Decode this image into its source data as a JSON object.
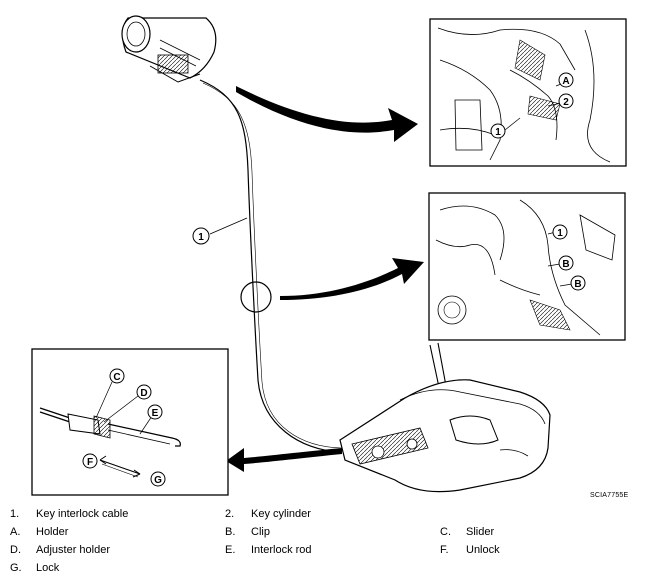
{
  "figure_code": "SCIA7755E",
  "callouts": {
    "one": "1",
    "two": "2",
    "A": "A",
    "B": "B",
    "C": "C",
    "D": "D",
    "E": "E",
    "F": "F",
    "G": "G"
  },
  "legend": [
    {
      "key": "1.",
      "label": "Key interlock cable"
    },
    {
      "key": "2.",
      "label": "Key cylinder"
    },
    {
      "key": "A.",
      "label": "Holder"
    },
    {
      "key": "B.",
      "label": "Clip"
    },
    {
      "key": "C.",
      "label": "Slider"
    },
    {
      "key": "D.",
      "label": "Adjuster holder"
    },
    {
      "key": "E.",
      "label": "Interlock rod"
    },
    {
      "key": "F.",
      "label": "Unlock"
    },
    {
      "key": "G.",
      "label": "Lock"
    }
  ]
}
